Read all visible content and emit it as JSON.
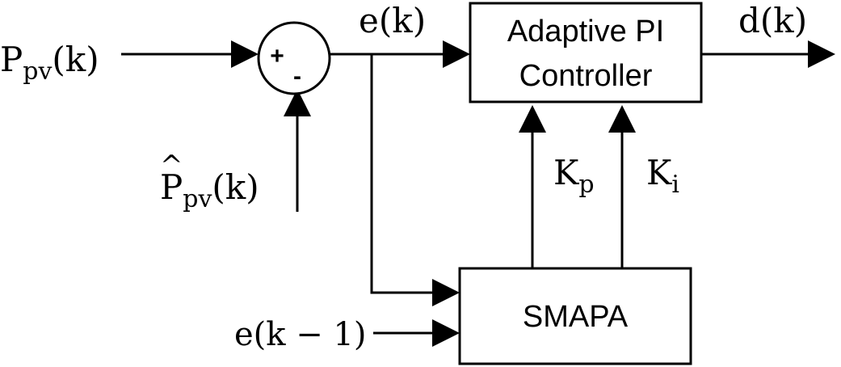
{
  "diagram": {
    "input_ppv": {
      "main": "P",
      "sub": "pv",
      "arg": "(k)"
    },
    "input_ppv_hat": {
      "main": "P",
      "hat": "^",
      "sub": "pv",
      "arg": "(k)"
    },
    "summer": {
      "plus": "+",
      "minus": "-"
    },
    "error": "e(k)",
    "error_prev": "e(k − 1)",
    "controller": {
      "line1": "Adaptive PI",
      "line2": "Controller"
    },
    "output": "d(k)",
    "kp": {
      "main": "K",
      "sub": "p"
    },
    "ki": {
      "main": "K",
      "sub": "i"
    },
    "smapa": "SMAPA"
  }
}
